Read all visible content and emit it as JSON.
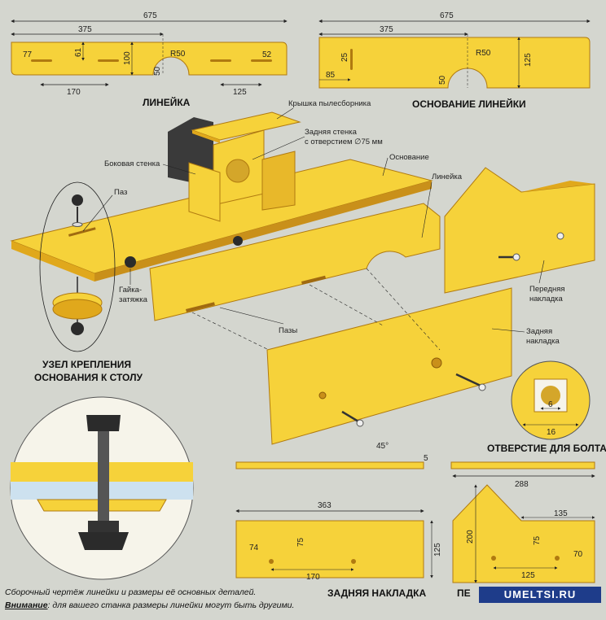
{
  "titles": {
    "ruler": "ЛИНЕЙКА",
    "ruler_base": "ОСНОВАНИЕ ЛИНЕЙКИ",
    "mount_node_line1": "УЗЕЛ КРЕПЛЕНИЯ",
    "mount_node_line2": "ОСНОВАНИЯ К СТОЛУ",
    "bolt_hole": "ОТВЕРСТИЕ ДЛЯ БОЛТА",
    "rear_plate": "ЗАДНЯЯ НАКЛАДКА",
    "front_plate_partial": "ПЕ"
  },
  "ruler_dims": {
    "total": "675",
    "half": "375",
    "h61": "61",
    "h100": "100",
    "r50": "R50",
    "d77": "77",
    "d52": "52",
    "d50": "50",
    "d170": "170",
    "d125": "125"
  },
  "base_dims": {
    "total": "675",
    "half": "375",
    "d25": "25",
    "r50": "R50",
    "h125": "125",
    "d85": "85",
    "d50": "50"
  },
  "labels": {
    "dust_cover": "Крышка пылесборника",
    "rear_wall_1": "Задняя стенка",
    "rear_wall_2": "с отверстием ∅75 мм",
    "side_wall": "Боковая стенка",
    "base": "Основание",
    "slot": "Паз",
    "ruler": "Линейка",
    "nut_1": "Гайка-",
    "nut_2": "затяжка",
    "slots": "Пазы",
    "front_plate_1": "Передняя",
    "front_plate_2": "накладка",
    "rear_plate_1": "Задняя",
    "rear_plate_2": "накладка"
  },
  "bolt_dims": {
    "d6": "6",
    "d16": "16"
  },
  "bevel_dims": {
    "angle": "45°",
    "t5": "5"
  },
  "rear_plate_dims": {
    "w363": "363",
    "h75": "75",
    "h125": "125",
    "d74": "74",
    "d170": "170"
  },
  "front_plate_dims": {
    "w288": "288",
    "w135": "135",
    "h200": "200",
    "h75": "75",
    "d125": "125",
    "d70": "70"
  },
  "caption": {
    "line1": "Сборочный чертёж линейки и размеры её основных деталей.",
    "attention": "Внимание",
    "line2": ": для вашего станка размеры линейки могут быть другими."
  },
  "watermark": "UMELTSI.RU",
  "colors": {
    "wood": "#f6d23a",
    "wood_dark": "#e0a81c",
    "wood_edge": "#b07a10",
    "background": "#d4d6cf",
    "metal": "#2b2b2b"
  }
}
